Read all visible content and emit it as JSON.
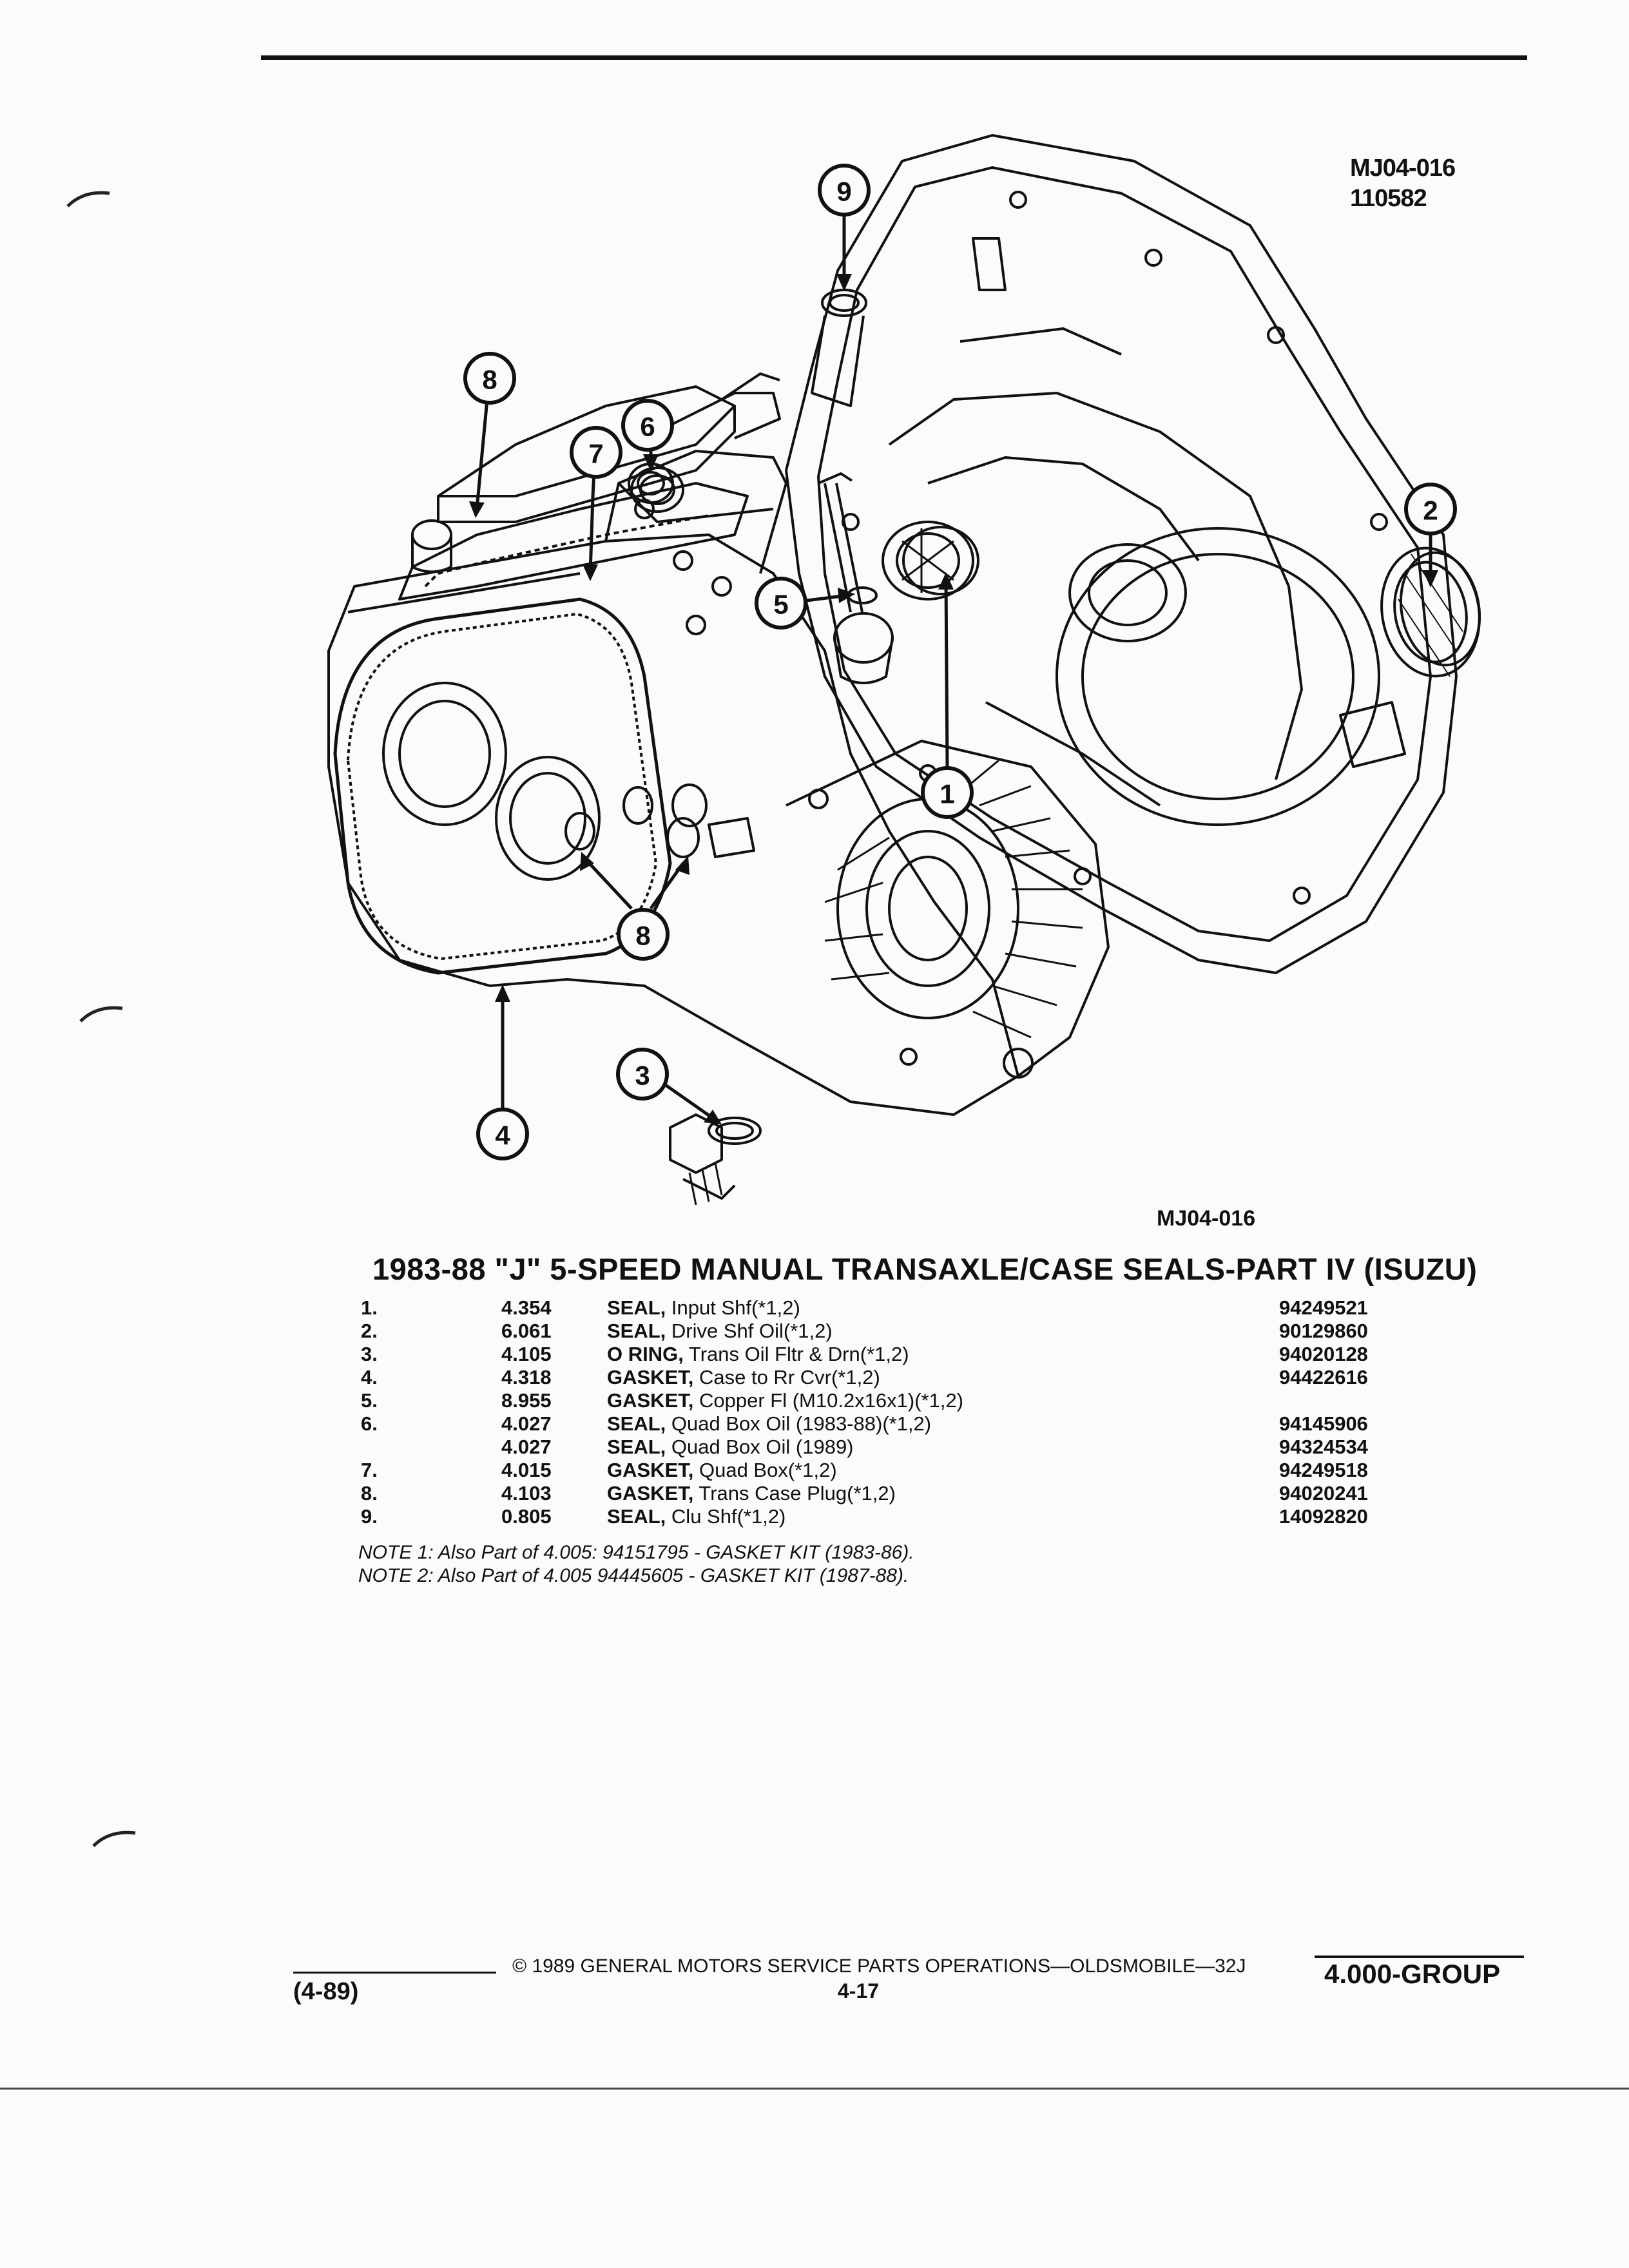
{
  "figure": {
    "code_top": "MJ04-016",
    "number": "110582",
    "code_caption": "MJ04-016"
  },
  "callouts": {
    "c1": "1",
    "c2": "2",
    "c3": "3",
    "c4": "4",
    "c5": "5",
    "c6": "6",
    "c7": "7",
    "c8a": "8",
    "c8b": "8",
    "c9": "9"
  },
  "section_title": "1983-88 \"J\" 5-SPEED MANUAL TRANSAXLE/CASE SEALS-PART IV (ISUZU)",
  "parts": [
    {
      "num": "1.",
      "ref": "4.354",
      "name": "SEAL,",
      "detail": "Input Shf(*1,2)",
      "pn": "94249521"
    },
    {
      "num": "2.",
      "ref": "6.061",
      "name": "SEAL,",
      "detail": "Drive Shf Oil(*1,2)",
      "pn": "90129860"
    },
    {
      "num": "3.",
      "ref": "4.105",
      "name": "O RING,",
      "detail": "Trans Oil Fltr & Drn(*1,2)",
      "pn": "94020128"
    },
    {
      "num": "4.",
      "ref": "4.318",
      "name": "GASKET,",
      "detail": "Case to Rr Cvr(*1,2)",
      "pn": "94422616"
    },
    {
      "num": "5.",
      "ref": "8.955",
      "name": "GASKET,",
      "detail": "Copper Fl (M10.2x16x1)(*1,2)",
      "pn": ""
    },
    {
      "num": "6.",
      "ref": "4.027",
      "name": "SEAL,",
      "detail": "Quad Box Oil (1983-88)(*1,2)",
      "pn": "94145906"
    },
    {
      "num": "",
      "ref": "4.027",
      "name": "SEAL,",
      "detail": "Quad Box Oil (1989)",
      "pn": "94324534"
    },
    {
      "num": "7.",
      "ref": "4.015",
      "name": "GASKET,",
      "detail": "Quad Box(*1,2)",
      "pn": "94249518"
    },
    {
      "num": "8.",
      "ref": "4.103",
      "name": "GASKET,",
      "detail": "Trans Case Plug(*1,2)",
      "pn": "94020241"
    },
    {
      "num": "9.",
      "ref": "0.805",
      "name": "SEAL,",
      "detail": "Clu Shf(*1,2)",
      "pn": "14092820"
    }
  ],
  "notes": {
    "n1": "NOTE 1: Also Part of 4.005: 94151795 - GASKET KIT (1983-86).",
    "n2": "NOTE 2: Also Part of 4.005 94445605 - GASKET KIT (1987-88)."
  },
  "footer": {
    "copyright": "© 1989 GENERAL MOTORS SERVICE PARTS OPERATIONS—OLDSMOBILE—32J",
    "date": "(4-89)",
    "page": "4-17",
    "group": "4.000-GROUP"
  }
}
